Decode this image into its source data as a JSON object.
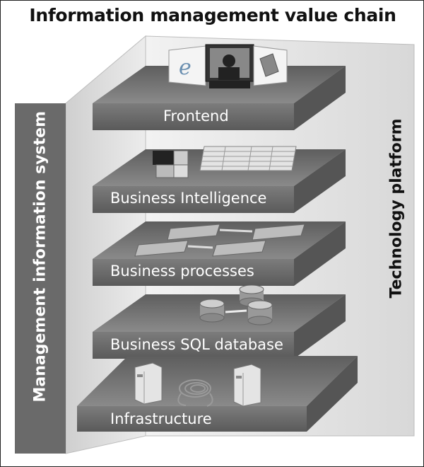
{
  "title": "Information management value chain",
  "side_labels": {
    "left": "Management information system",
    "right": "Technology platform"
  },
  "layers": [
    {
      "label": "Frontend",
      "illustration": "browser-computer-document-icons"
    },
    {
      "label": "Business Intelligence",
      "illustration": "olap-cube-and-spreadsheet"
    },
    {
      "label": "Business processes",
      "illustration": "process-flow-diagram"
    },
    {
      "label": "Business SQL database",
      "illustration": "database-cylinders"
    },
    {
      "label": "Infrastructure",
      "illustration": "servers-and-network-cable"
    }
  ],
  "colors": {
    "slab_top": "#7a7a7a",
    "slab_front": "#6e6e6e",
    "left_bar": "#6a6a6a",
    "panel": "#e6e6e6"
  }
}
